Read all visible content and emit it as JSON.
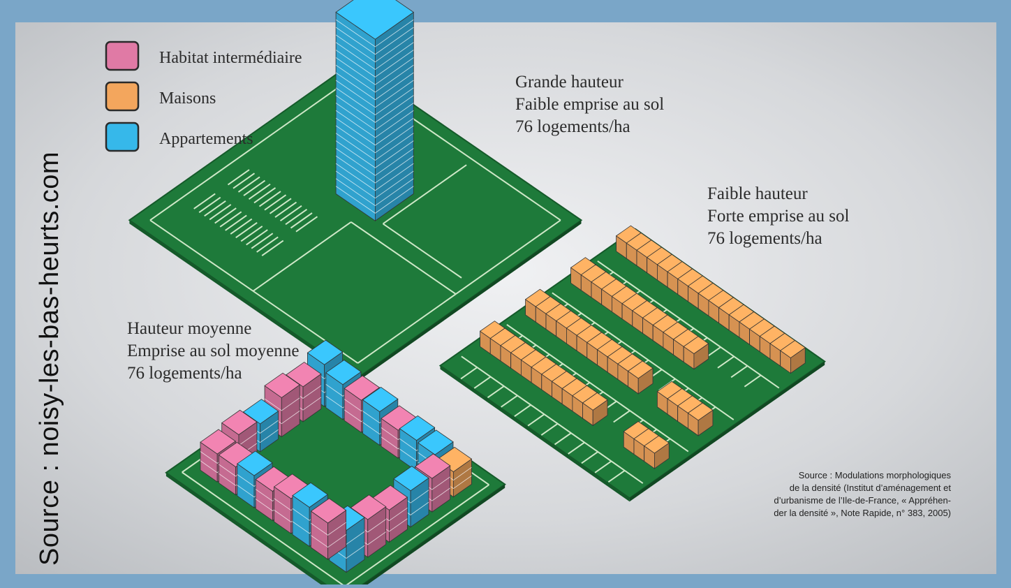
{
  "side_source": "Source : noisy-les-bas-heurts.com",
  "legend": [
    {
      "label": "Habitat intermédiaire",
      "color": "#e07aa5"
    },
    {
      "label": "Maisons",
      "color": "#f3a65d"
    },
    {
      "label": "Appartements",
      "color": "#36b8ea"
    }
  ],
  "blocks": {
    "grande": [
      "Grande hauteur",
      "Faible emprise au sol",
      "76 logements/ha"
    ],
    "faible": [
      "Faible hauteur",
      "Forte emprise au sol",
      "76 logements/ha"
    ],
    "moyenne": [
      "Hauteur moyenne",
      "Emprise au sol moyenne",
      "76 logements/ha"
    ]
  },
  "credit": [
    "Source : Modulations morphologiques",
    "de la densité (Institut d’aménagement et",
    "d’urbanisme de l’Ile-de-France, « Appréhen-",
    "der la densité », Note Rapide, n° 383, 2005)"
  ],
  "colors": {
    "grass": "#1e7a3a",
    "grass_dark": "#155a2a",
    "path": "#cfe8c8",
    "panel": "#c9ccd0"
  }
}
